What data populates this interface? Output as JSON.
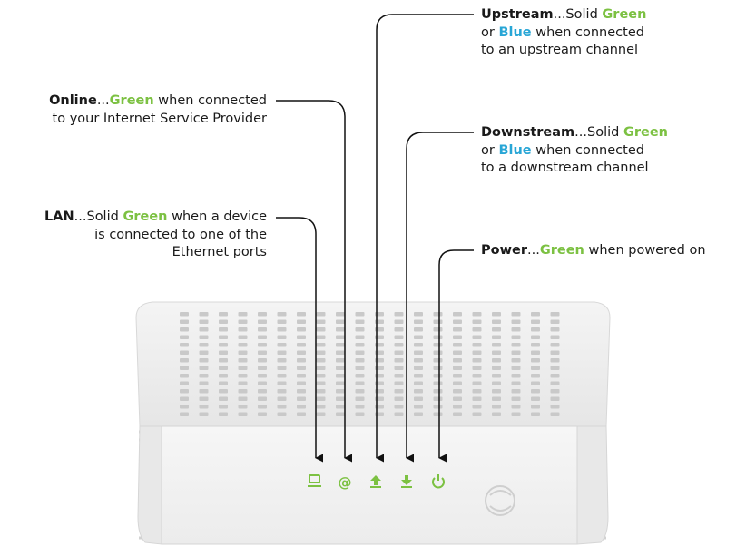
{
  "colors": {
    "green": "#7cc142",
    "blue": "#28a6d6",
    "line": "#111111",
    "body": "#eeeeee"
  },
  "callouts": {
    "upstream": {
      "name": "Upstream",
      "l1_a": "...Solid ",
      "l1_green": "Green",
      "l2_a": "or ",
      "l2_blue": "Blue",
      "l2_b": " when connected",
      "l3": "to an upstream channel"
    },
    "online": {
      "name": "Online",
      "l1_a": "...",
      "l1_green": "Green",
      "l1_b": " when connected",
      "l2": "to your Internet Service Provider"
    },
    "downstream": {
      "name": "Downstream",
      "l1_a": "...Solid ",
      "l1_green": "Green",
      "l2_a": "or ",
      "l2_blue": "Blue",
      "l2_b": " when connected",
      "l3": "to a downstream channel"
    },
    "lan": {
      "name": "LAN",
      "l1_a": "...Solid ",
      "l1_green": "Green",
      "l1_b": " when a device",
      "l2": "is connected to one of the",
      "l3": "Ethernet ports"
    },
    "power": {
      "name": "Power",
      "l1_a": "...",
      "l1_green": "Green",
      "l1_b": " when powered on"
    }
  },
  "leds": [
    "lan-icon",
    "at-sign-icon",
    "upload-arrow-icon",
    "download-arrow-icon",
    "power-icon"
  ]
}
